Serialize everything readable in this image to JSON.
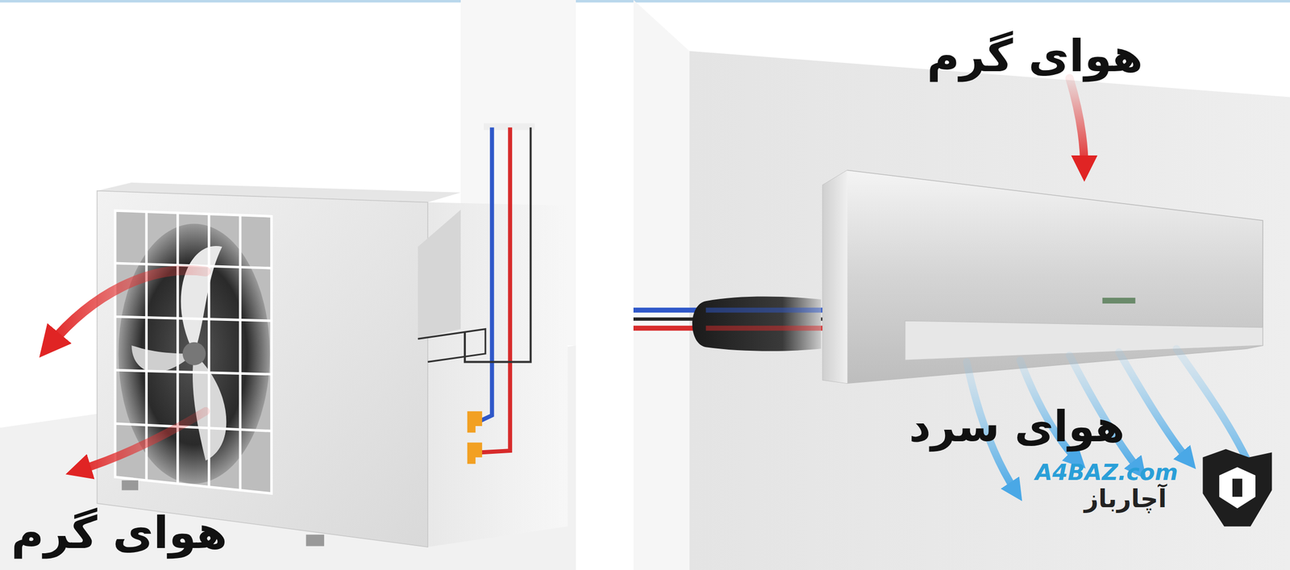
{
  "diagram": {
    "labels": [
      "هوای گرم",
      "هوای گرم",
      "هوای سرد",
      "A4BAZ.com",
      "آچارباز"
    ]
  }
}
